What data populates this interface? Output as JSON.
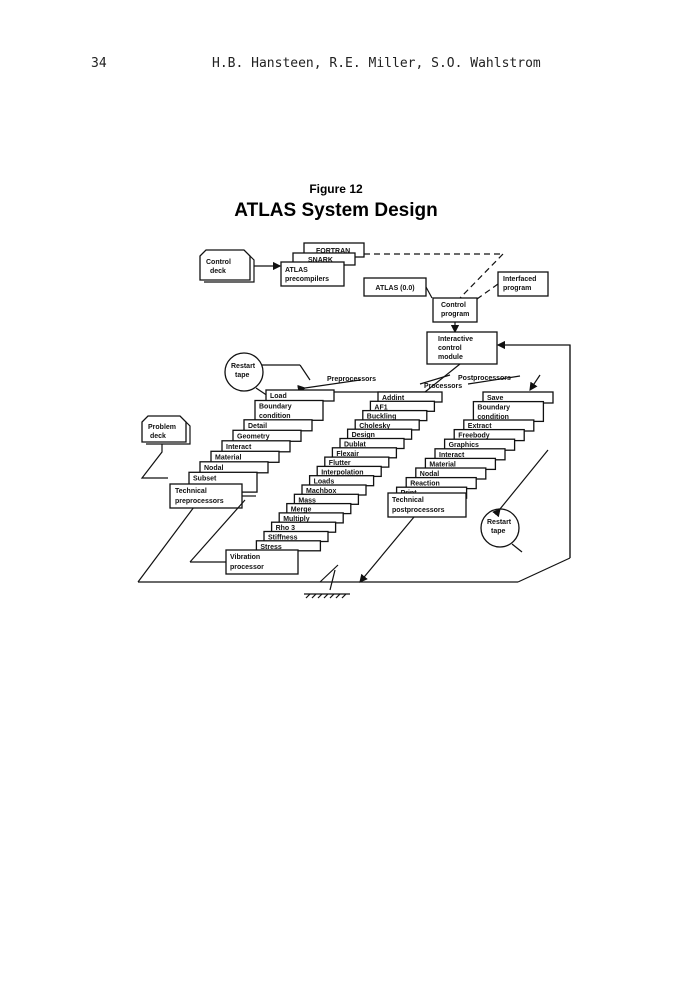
{
  "header": {
    "page_number": "34",
    "authors": "H.B. Hansteen, R.E. Miller, S.O. Wahlstrom"
  },
  "figure": {
    "label": "Figure 12",
    "title": "ATLAS System Design",
    "control_deck": [
      "Control",
      "deck"
    ],
    "precompilers": {
      "fortran": "FORTRAN",
      "snark": "SNARK",
      "atlas_lines": [
        "ATLAS",
        "precompilers"
      ]
    },
    "atlas_version": "ATLAS (0.0)",
    "interfaced_program": [
      "Interfaced",
      "program"
    ],
    "control_program": [
      "Control",
      "program"
    ],
    "interactive_module": [
      "Interactive",
      "control",
      "module"
    ],
    "restart_tape_top": [
      "Restart",
      "tape"
    ],
    "restart_tape_bottom": [
      "Restart",
      "tape"
    ],
    "problem_deck": [
      "Problem",
      "deck"
    ],
    "group_labels": {
      "preprocessors": "Preprocessors",
      "processors": "Processors",
      "postprocessors": "Postprocessors"
    },
    "preprocessors": [
      "Load",
      "Boundary condition",
      "Detail",
      "Geometry",
      "Interact",
      "Material",
      "Nodal",
      "Subset Definition"
    ],
    "preprocessors_group": [
      "Technical",
      "preprocessors"
    ],
    "processors": [
      "Addint",
      "AF1",
      "Buckling",
      "Cholesky",
      "Design",
      "Dublat",
      "Flexair",
      "Flutter",
      "Interpolation",
      "Loads",
      "Machbox",
      "Mass",
      "Merge",
      "Multiply",
      "Rho 3",
      "Stiffness",
      "Stress"
    ],
    "processors_group": [
      "Vibration",
      "processor"
    ],
    "postprocessors": [
      "Save",
      "Boundary condition",
      "Extract",
      "Freebody",
      "Graphics",
      "Interact",
      "Material",
      "Nodal",
      "Reaction",
      "Print"
    ],
    "postprocessors_group": [
      "Technical",
      "postprocessors"
    ]
  }
}
